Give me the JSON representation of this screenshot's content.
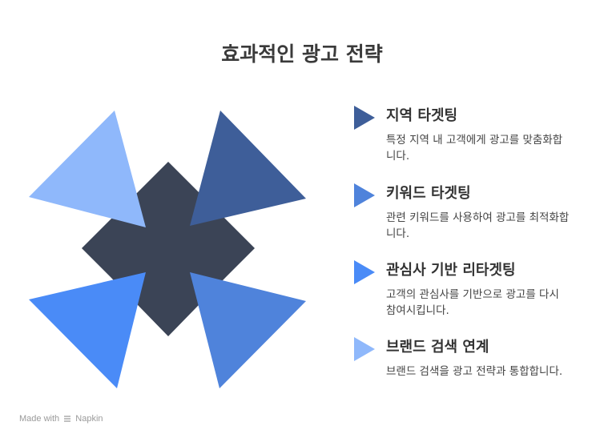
{
  "title": "효과적인 광고 전략",
  "items": [
    {
      "heading": "지역 타겟팅",
      "description": "특정 지역 내 고객에게 광고를 맞춤화합니다.",
      "color": "#3E5E99"
    },
    {
      "heading": "키워드 타겟팅",
      "description": "관련 키워드를 사용하여 광고를 최적화합니다.",
      "color": "#4F83DB"
    },
    {
      "heading": "관심사 기반 리타겟팅",
      "description": "고객의 관심사를 기반으로 광고를 다시 참여시킵니다.",
      "color": "#4A8BF7"
    },
    {
      "heading": "브랜드 검색 연계",
      "description": "브랜드 검색을 광고 전략과 통합합니다.",
      "color": "#8FB8FB"
    }
  ],
  "center_color": "#3B4456",
  "footer": {
    "made_with": "Made with",
    "brand": "Napkin"
  }
}
